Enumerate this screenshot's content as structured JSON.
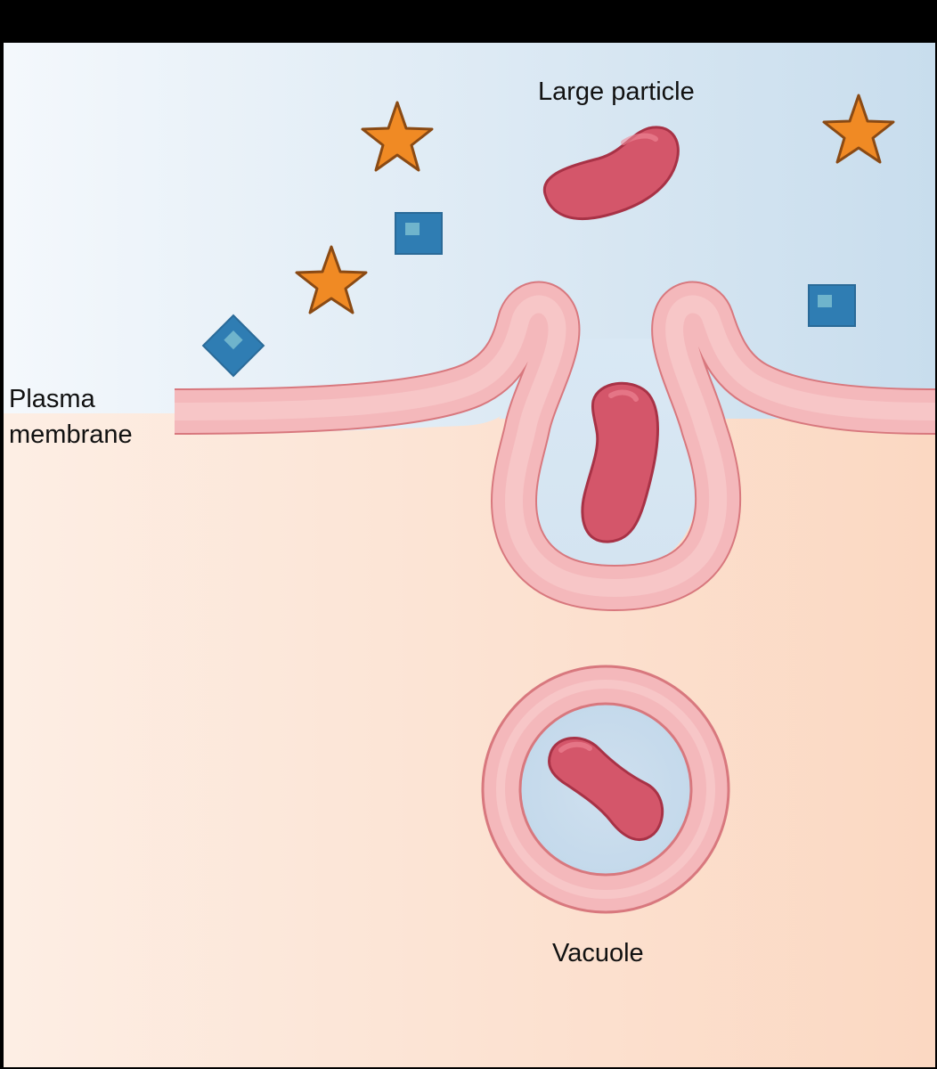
{
  "labels": {
    "large_particle": "Large particle",
    "plasma_membrane_line1": "Plasma",
    "plasma_membrane_line2": "membrane",
    "vacuole": "Vacuole"
  },
  "colors": {
    "frame": "#000000",
    "extracellular_light": "#f4f8fc",
    "extracellular_dark": "#c8dded",
    "cytoplasm_light": "#fdeee4",
    "cytoplasm_dark": "#fbd8c2",
    "membrane_fill": "#f4b8bb",
    "membrane_inner": "#f7c9cb",
    "membrane_outline": "#d8787e",
    "particle_fill": "#d4566a",
    "particle_outline": "#a83246",
    "star_fill": "#f08a24",
    "star_outline": "#8a4a14",
    "square_fill": "#2f7db3",
    "square_highlight": "#6fb4cc"
  },
  "icons": [
    "star-icon",
    "square-molecule-icon"
  ]
}
